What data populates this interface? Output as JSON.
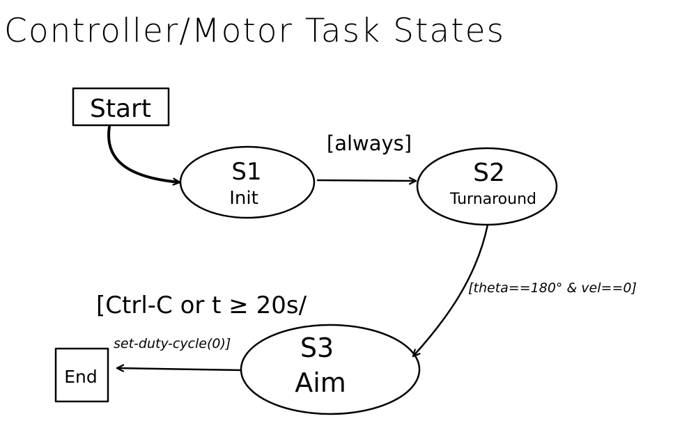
{
  "title": "Controller/Motor Task States",
  "states": {
    "start": {
      "label": "Start"
    },
    "s1": {
      "id": "S1",
      "name": "Init"
    },
    "s2": {
      "id": "S2",
      "name": "Turnaround"
    },
    "s3": {
      "id": "S3",
      "name": "Aim"
    },
    "end": {
      "label": "End"
    }
  },
  "transitions": {
    "s1_s2": {
      "condition": "[always]"
    },
    "s2_s3": {
      "condition": "[theta==180° & vel==0]"
    },
    "s3_end": {
      "condition": "[Ctrl-C or t ≥ 20s/",
      "action": "set-duty-cycle(0)]"
    }
  },
  "colors": {
    "ink": "#000000",
    "paper": "#ffffff"
  }
}
